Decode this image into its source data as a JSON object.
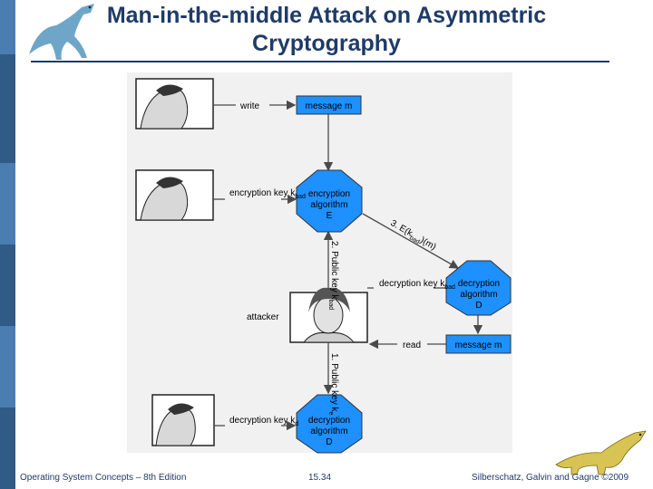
{
  "title": {
    "line1": "Man-in-the-middle Attack on Asymmetric",
    "line2": "Cryptography"
  },
  "footer": {
    "left": "Operating System Concepts – 8th Edition",
    "center": "15.34",
    "right": "Silberschatz, Galvin and Gagne ©2009"
  },
  "diagram": {
    "write_label": "write",
    "message_top": "message m",
    "enc_key_label": "encryption key k",
    "enc_key_sub": "bad",
    "enc_algo_line1": "encryption",
    "enc_algo_line2": "algorithm",
    "enc_algo_line3": "E",
    "step3_label": "3. E(k",
    "step3_sub": "bad",
    "step3_tail": ")(m)",
    "step2_label": "2. Public key k",
    "step2_sub": "bad",
    "attacker_label": "attacker",
    "dec_key_bad_label": "decryption key k",
    "dec_key_bad_sub": "bad",
    "dec_algo_line1": "decryption",
    "dec_algo_line2": "algorithm",
    "dec_algo_line3": "D",
    "read_label": "read",
    "message_bottom": "message m",
    "step1_label": "1. Public key k",
    "step1_sub": "e",
    "dec_key_d_label": "decryption key k",
    "dec_key_d_sub": "d",
    "colors": {
      "box_fill": "#1e90ff",
      "octagon_fill": "#1e90ff",
      "line": "#4a4a4a"
    }
  }
}
